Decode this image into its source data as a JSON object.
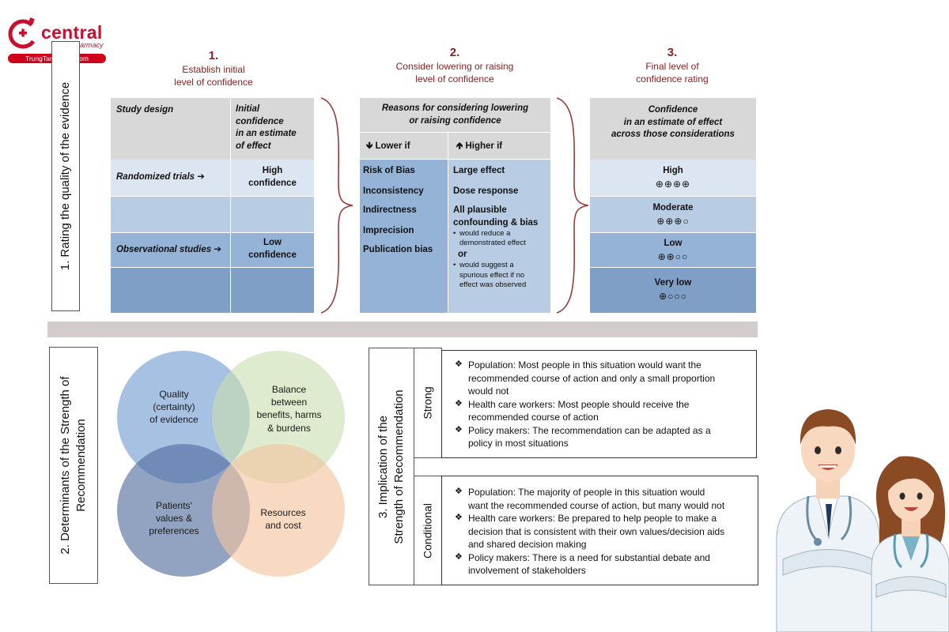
{
  "logo": {
    "word": "central",
    "sub": "pharmacy",
    "site": "TrungTamThuoc.com",
    "brand_color": "#c8102e"
  },
  "side_labels": {
    "rating": "1. Rating the quality of the evidence",
    "determinants_line1": "2. Determinants of the Strength of",
    "determinants_line2": "Recommendation",
    "implication_line1": "3. Implication of the",
    "implication_line2": "Strength of Recommendation"
  },
  "steps": [
    {
      "num": "1.",
      "line1": "Establish initial",
      "line2": "level of confidence"
    },
    {
      "num": "2.",
      "line1": "Consider lowering or raising",
      "line2": "level of confidence"
    },
    {
      "num": "3.",
      "line1": "Final level of",
      "line2": "confidence rating"
    }
  ],
  "table1": {
    "col1_header": "Study design",
    "col2_header_lines": [
      "Initial",
      "confidence",
      "in an estimate",
      "of effect"
    ],
    "row_randomized": "Randomized trials",
    "row_randomized_value_lines": [
      "High",
      "confidence"
    ],
    "row_observational": "Observational studies",
    "row_observational_value_lines": [
      "Low",
      "confidence"
    ],
    "arrow": "➔"
  },
  "table2": {
    "header_lines": [
      "Reasons for considering lowering",
      "or raising confidence"
    ],
    "lower_label": "Lower if",
    "higher_label": "Higher if",
    "lower_items": [
      "Risk of Bias",
      "Inconsistency",
      "Indirectness",
      "Imprecision",
      "Publication bias"
    ],
    "higher_items": [
      "Large effect",
      "Dose response"
    ],
    "higher_plausible_lines": [
      "All plausible",
      "confounding & bias"
    ],
    "higher_sub1_lines": [
      "would reduce a",
      "demonstrated effect"
    ],
    "higher_or": "or",
    "higher_sub2_lines": [
      "would suggest a",
      "spurious effect if no",
      "effect was observed"
    ]
  },
  "table3": {
    "header_lines": [
      "Confidence",
      "in an estimate of effect",
      "across those considerations"
    ],
    "levels": [
      {
        "label": "High",
        "symbols": "⊕⊕⊕⊕"
      },
      {
        "label": "Moderate",
        "symbols": "⊕⊕⊕○"
      },
      {
        "label": "Low",
        "symbols": "⊕⊕○○"
      },
      {
        "label": "Very low",
        "symbols": "⊕○○○"
      }
    ]
  },
  "venn": {
    "quality_lines": [
      "Quality",
      "(certainty)",
      "of evidence"
    ],
    "balance_lines": [
      "Balance",
      "between",
      "benefits, harms",
      "& burdens"
    ],
    "patients_lines": [
      "Patients'",
      "values &",
      "preferences"
    ],
    "resources_lines": [
      "Resources",
      "and cost"
    ],
    "colors": {
      "quality": "#6f9bd1",
      "balance": "#c9dfb0",
      "patients": "#4f6a9c",
      "resources": "#f4c49e"
    }
  },
  "implication": {
    "strong_label": "Strong",
    "conditional_label": "Conditional",
    "strong_items": [
      [
        "Population: Most people in this situation would want the",
        "recommended course of action and only a small proportion",
        "would not"
      ],
      [
        "Health care workers: Most people should receive the",
        "recommended course of action"
      ],
      [
        "Policy makers: The recommendation can be adapted as a",
        "policy in most situations"
      ]
    ],
    "conditional_items": [
      [
        "Population: The majority of people in this situation would",
        "want the recommended course of action, but many would not"
      ],
      [
        "Health care workers: Be prepared to help people to make a",
        "decision that is consistent with their own values/decision aids",
        "and shared decision making"
      ],
      [
        "Policy makers: There is a need for substantial debate and",
        "involvement of stakeholders"
      ]
    ],
    "bullet": "❖"
  }
}
